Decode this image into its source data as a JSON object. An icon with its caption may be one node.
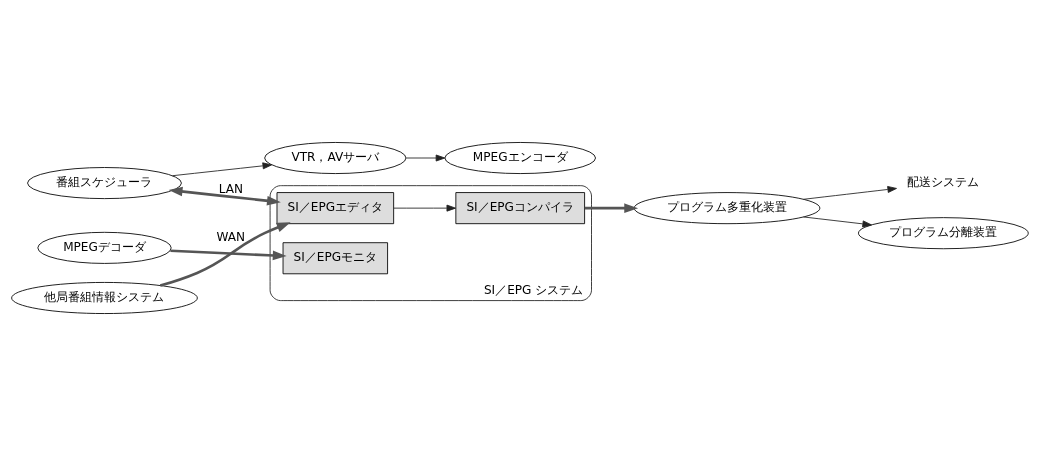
{
  "diagram": {
    "nodes": [
      {
        "text": [
          "番組スケジューラ"
        ]
      },
      {
        "text": [
          "VTR，AVサーバ"
        ]
      },
      {
        "text": [
          "MPEGエンコーダ"
        ]
      },
      {
        "text": [
          "プログラム多重化装置"
        ]
      },
      {
        "text": [
          "配送システム"
        ]
      },
      {
        "text": [
          "プログラム分離装置"
        ]
      },
      {
        "text": [
          "MPEGデコーダ"
        ]
      },
      {
        "text": [
          "SI／EPG システム"
        ]
      },
      {
        "text": [
          "SI／EPGエディタ"
        ],
        "in": 7
      },
      {
        "text": [
          "SI／EPGコンパイラ"
        ],
        "in": 7
      },
      {
        "text": [
          "SI／EPGモニタ"
        ],
        "in": 7
      },
      {
        "text": [
          "他局番組情報システム"
        ]
      }
    ],
    "edges": [
      {
        "from": 0,
        "to": 1,
        "arrow": "to"
      },
      {
        "from": 1,
        "to": 2,
        "arrow": "to"
      },
      {
        "from": 3,
        "to": 4,
        "arrow": "to"
      },
      {
        "from": 3,
        "to": 5,
        "arrow": "to"
      },
      {
        "from": 0,
        "to": 8,
        "arrow": "both",
        "label": "LAN",
        "style": "thick"
      },
      {
        "from": 11,
        "to": 8,
        "arrow": "to",
        "label": "WAN",
        "style": "thick"
      },
      {
        "from": 8,
        "to": 9,
        "arrow": "to"
      },
      {
        "from": 9,
        "to": 3,
        "arrow": "to",
        "style": "thick"
      },
      {
        "from": 6,
        "to": 10,
        "arrow": "to",
        "style": "thick"
      }
    ]
  }
}
